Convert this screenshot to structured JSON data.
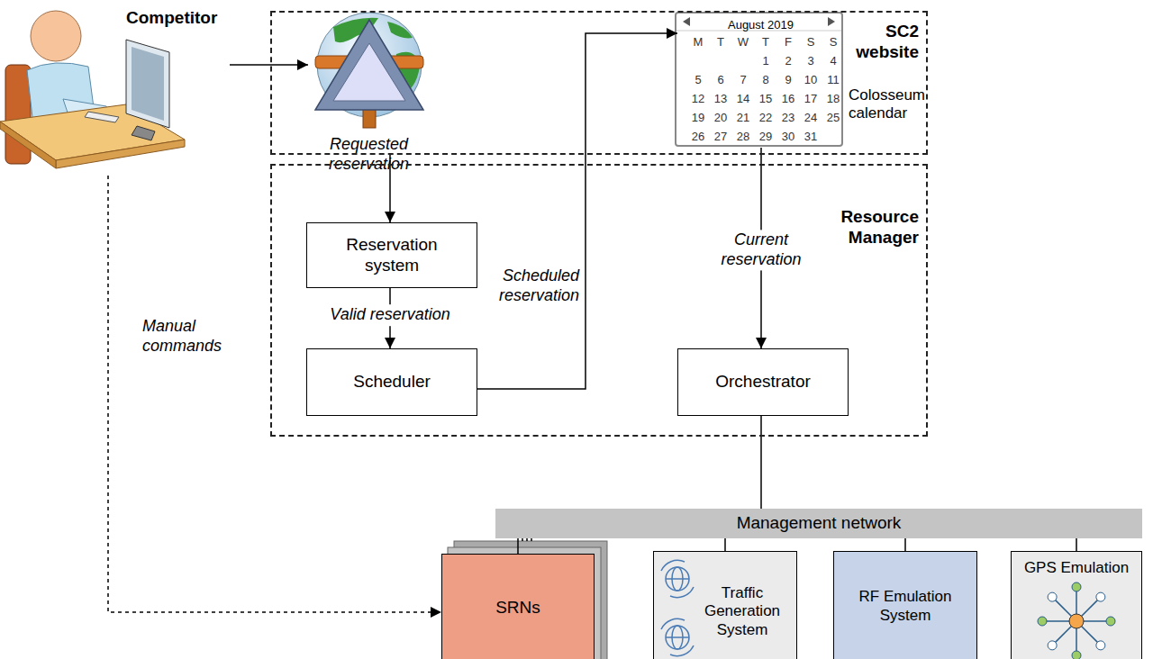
{
  "diagram": {
    "nodes": [
      {
        "text": [
          "Competitor"
        ]
      },
      {
        "text": [
          "SC2 website"
        ]
      },
      {
        "text": [
          "Requested reservation"
        ],
        "in": 1
      },
      {
        "text": [
          "August 2019",
          "Colosseum calendar"
        ],
        "in": 1
      },
      {
        "text": [
          "Resource Manager"
        ]
      },
      {
        "text": [
          "Reservation system"
        ],
        "in": 4
      },
      {
        "text": [
          "Scheduler"
        ],
        "in": 4
      },
      {
        "text": [
          "Orchestrator"
        ],
        "in": 4
      },
      {
        "text": [
          "Management network"
        ]
      },
      {
        "text": [
          "SRNs"
        ]
      },
      {
        "text": [
          "Traffic Generation System"
        ]
      },
      {
        "text": [
          "RF Emulation System"
        ]
      },
      {
        "text": [
          "GPS Emulation"
        ]
      }
    ],
    "edges": [
      {
        "from": 0,
        "to": 2,
        "arrow": "to"
      },
      {
        "from": 2,
        "to": 5,
        "arrow": "to"
      },
      {
        "from": 5,
        "to": 6,
        "label": "Valid reservation",
        "arrow": "to"
      },
      {
        "from": 6,
        "to": 3,
        "label": "Scheduled reservation",
        "arrow": "to"
      },
      {
        "from": 3,
        "to": 7,
        "label": "Current reservation",
        "arrow": "to"
      },
      {
        "from": 7,
        "to": 8,
        "arrow": "none"
      },
      {
        "from": 8,
        "to": 9,
        "arrow": "none"
      },
      {
        "from": 8,
        "to": 10,
        "arrow": "none"
      },
      {
        "from": 8,
        "to": 11,
        "arrow": "none"
      },
      {
        "from": 8,
        "to": 12,
        "arrow": "none"
      },
      {
        "from": 0,
        "to": 9,
        "label": "Manual commands",
        "arrow": "to"
      }
    ],
    "labels": [
      "M",
      "T",
      "W",
      "T",
      "F",
      "S",
      "S",
      "1",
      "2",
      "3",
      "4",
      "5",
      "6",
      "7",
      "8",
      "9",
      "10",
      "11",
      "12",
      "13",
      "14",
      "15",
      "16",
      "17",
      "18",
      "19",
      "20",
      "21",
      "22",
      "23",
      "24",
      "25",
      "26",
      "27",
      "28",
      "29",
      "30",
      "31"
    ]
  }
}
